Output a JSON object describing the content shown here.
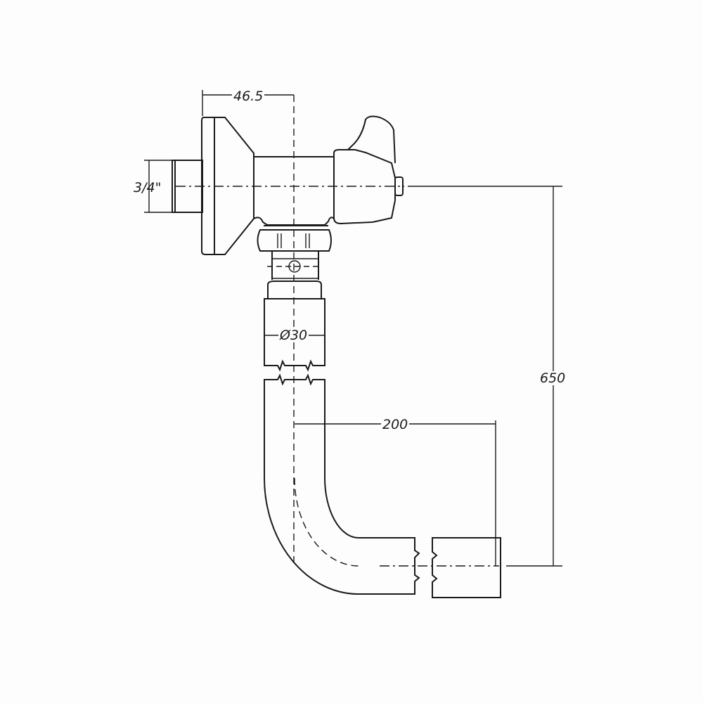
{
  "drawing": {
    "title": "Wall-mounted flush valve with bent flush pipe",
    "dimensions": {
      "valve_depth": "46.5",
      "thread_size": "3/4\"",
      "pipe_diameter": "Ø30",
      "horizontal_offset": "200",
      "vertical_height": "650"
    }
  }
}
